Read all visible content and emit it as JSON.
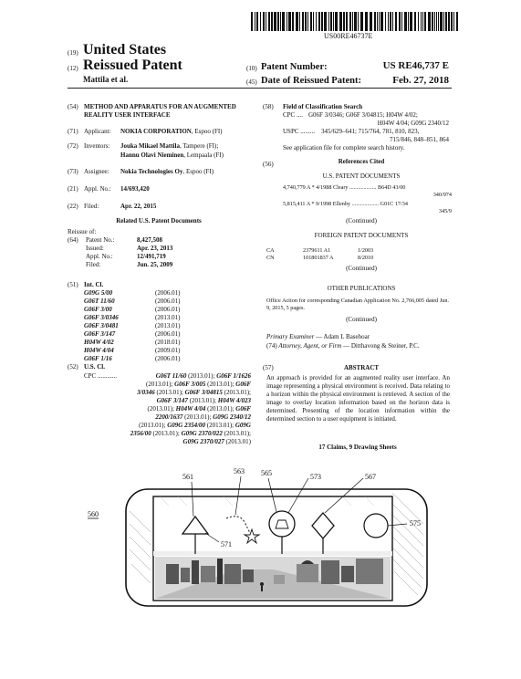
{
  "barcode_text": "US00RE46737E",
  "header": {
    "n19": "(19)",
    "country": "United States",
    "n12": "(12)",
    "doc_type": "Reissued Patent",
    "inventor_short": "Mattila et al.",
    "n10": "(10)",
    "patent_number_label": "Patent Number:",
    "patent_number": "US RE46,737 E",
    "n45": "(45)",
    "date_label": "Date of Reissued Patent:",
    "date": "Feb. 27, 2018"
  },
  "left": {
    "title_num": "(54)",
    "title": "METHOD AND APPARATUS FOR AN AUGMENTED REALITY USER INTERFACE",
    "applicant_num": "(71)",
    "applicant_label": "Applicant:",
    "applicant_name": "NOKIA CORPORATION",
    "applicant_loc": ", Espoo (FI)",
    "inventors_num": "(72)",
    "inventors_label": "Inventors:",
    "inventor1_name": "Jouka Mikael Mattila",
    "inventor1_loc": ", Tampere (FI);",
    "inventor2_name": "Hannu Olavi Nieminen",
    "inventor2_loc": ", Lempaala (FI)",
    "assignee_num": "(73)",
    "assignee_label": "Assignee:",
    "assignee_name": "Nokia Technologies Oy",
    "assignee_loc": ", Espoo (FI)",
    "appl_num": "(21)",
    "appl_label": "Appl. No.:",
    "appl_value": "14/693,420",
    "filed_num": "(22)",
    "filed_label": "Filed:",
    "filed_value": "Apr. 22, 2015",
    "related_heading": "Related U.S. Patent Documents",
    "reissue_of": "Reissue of:",
    "r64": "(64)",
    "r_patent_label": "Patent No.:",
    "r_patent_value": "8,427,508",
    "r_issued_label": "Issued:",
    "r_issued_value": "Apr. 23, 2013",
    "r_appl_label": "Appl. No.:",
    "r_appl_value": "12/491,719",
    "r_filed_label": "Filed:",
    "r_filed_value": "Jun. 25, 2009",
    "intcl_num": "(51)",
    "intcl_label": "Int. Cl.",
    "intcl": [
      {
        "code": "G09G 5/00",
        "year": "(2006.01)"
      },
      {
        "code": "G06T 11/60",
        "year": "(2006.01)"
      },
      {
        "code": "G06F 3/00",
        "year": "(2006.01)"
      },
      {
        "code": "G06F 3/0346",
        "year": "(2013.01)"
      },
      {
        "code": "G06F 3/0481",
        "year": "(2013.01)"
      },
      {
        "code": "G06F 3/147",
        "year": "(2006.01)"
      },
      {
        "code": "H04W 4/02",
        "year": "(2018.01)"
      },
      {
        "code": "H04W 4/04",
        "year": "(2009.01)"
      },
      {
        "code": "G06F 1/16",
        "year": "(2006.01)"
      }
    ],
    "uscl_num": "(52)",
    "uscl_label": "U.S. Cl.",
    "cpc_label": "CPC ............",
    "cpc_lines": [
      "G06T 11/60 (2013.01); G06F 1/1626",
      "(2013.01); G06F 3/005 (2013.01); G06F",
      "3/0346 (2013.01); G06F 3/04815 (2013.01);",
      "G06F 3/147 (2013.01); H04W 4/023",
      "(2013.01); H04W 4/04 (2013.01); G06F",
      "2200/1637 (2013.01); G09G 2340/12",
      "(2013.01); G09G 2354/00 (2013.01); G09G",
      "2356/00 (2013.01); G09G 2370/022 (2013.01);",
      "G09G 2370/027 (2013.01)"
    ]
  },
  "right": {
    "field_num": "(58)",
    "field_label": "Field of Classification Search",
    "cpc_label": "CPC ....",
    "cpc_l1": "G06F 3/0346; G06F 3/04815; H04W 4/02;",
    "cpc_l2": "H04W 4/04; G09G 2340/12",
    "uspc_label": "USPC .........",
    "uspc_l1": "345/629–641; 715/764, 781, 810, 823,",
    "uspc_l2": "715/846, 848–851, 864",
    "see_app": "See application file for complete search history.",
    "refs_num": "(56)",
    "refs_label": "References Cited",
    "us_docs": "U.S. PATENT DOCUMENTS",
    "us_refs": [
      {
        "num": "4,740,779 A",
        "star": "*",
        "date": "4/1988",
        "name": "Cleary",
        "dots": "...................",
        "cls1": "B64D 43/00",
        "cls2": "340/974"
      },
      {
        "num": "5,815,411 A",
        "star": "*",
        "date": "9/1998",
        "name": "Ellenby",
        "dots": "...................",
        "cls1": "G01C 17/34",
        "cls2": "345/9"
      }
    ],
    "continued": "(Continued)",
    "foreign_docs": "FOREIGN PATENT DOCUMENTS",
    "foreign_refs": [
      {
        "country": "CA",
        "num": "2379611 A1",
        "date": "1/2003"
      },
      {
        "country": "CN",
        "num": "101801837 A",
        "date": "8/2010"
      }
    ],
    "other_pubs": "OTHER PUBLICATIONS",
    "office_action": "Office Action for corresponding Canadian Application No. 2,766,005 dated Jun. 9, 2015, 5 pages.",
    "examiner_label": "Primary Examiner",
    "examiner_name": " — Adam L Basehoar",
    "attorney_num": "(74)",
    "attorney_label": "Attorney, Agent, or Firm",
    "attorney_name": " — Ditthavong & Steiner, P.C.",
    "abstract_num": "(57)",
    "abstract_label": "ABSTRACT",
    "abstract": "An approach is provided for an augmented reality user interface. An image representing a physical environment is received. Data relating to a horizon within the physical environment is retrieved. A section of the image to overlay location information based on the horizon data is determined. Presenting of the location information within the determined section to a user equipment is initiated.",
    "claims": "17 Claims, 9 Drawing Sheets"
  },
  "figure": {
    "ref_560": "560",
    "ref_561": "561",
    "ref_563": "563",
    "ref_565": "565",
    "ref_573": "573",
    "ref_567": "567",
    "ref_575": "575",
    "ref_571": "571"
  }
}
